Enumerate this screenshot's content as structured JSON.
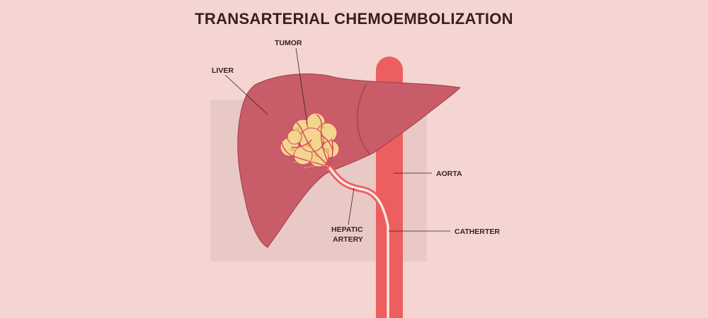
{
  "title": "TRANSARTERIAL CHEMOEMBOLIZATION",
  "labels": {
    "liver": "LIVER",
    "tumor": "TUMOR",
    "aorta": "AORTA",
    "hepatic_artery_line1": "HEPATIC",
    "hepatic_artery_line2": "ARTERY",
    "catheter": "CATHERTER"
  },
  "colors": {
    "background": "#f4d5d2",
    "backdrop": "#e9c9c5",
    "liver": "#c85c68",
    "liver_outline": "#9e3f4b",
    "tumor": "#f3d58f",
    "tumor_spot": "#e6bb62",
    "vessel": "#d9415a",
    "aorta": "#ec5f5e",
    "catheter": "#fbe8e3",
    "text": "#3a1f1e"
  }
}
